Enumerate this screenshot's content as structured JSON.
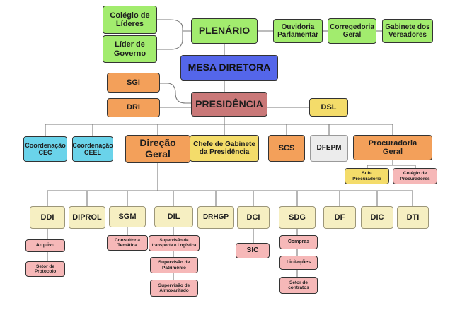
{
  "org_chart": {
    "plenario": "PLENÁRIO",
    "colegio_lideres": "Colégio de\nLíderes",
    "lider_governo": "Líder de\nGoverno",
    "ouvidoria": "Ouvidoria\nParlamentar",
    "corregedoria": "Corregedoria\nGeral",
    "gabinete_vereadores": "Gabinete dos\nVereadores",
    "mesa_diretora": "MESA DIRETORA",
    "sgi": "SGI",
    "dri": "DRI",
    "presidencia": "PRESIDÊNCIA",
    "dsl": "DSL",
    "cec": "Coordenação\nCEC",
    "ceel": "Coordenação\nCEEL",
    "direcao_geral": "Direção\nGeral",
    "chefe_gabinete": "Chefe de Gabinete\nda Presidência",
    "scs": "SCS",
    "dfepm": "DFEPM",
    "procuradoria": "Procuradoria\nGeral",
    "sub_procuradoria": "Sub-\nProcuradoria",
    "colegio_procuradores": "Colégio de\nProcuradores",
    "ddi": "DDI",
    "diprol": "DIPROL",
    "sgm": "SGM",
    "dil": "DIL",
    "drhgp": "DRHGP",
    "dci": "DCI",
    "sdg": "SDG",
    "df": "DF",
    "dic": "DIC",
    "dti": "DTI",
    "arquivo": "Arquivo",
    "setor_protocolo": "Setor de\nProtocolo",
    "consultoria_tematica": "Consultoria\nTemática",
    "sup_transporte": "Supervisão de\ntransporte e Logística",
    "sup_patrimonio": "Supervisão de\nPatrimônio",
    "sup_almoxarifado": "Supervisão de\nAlmoxarifado",
    "sic": "SIC",
    "compras": "Compras",
    "licitacoes": "Licitações",
    "setor_contratos": "Setor de\ncontratos"
  },
  "colors": {
    "top_level": "#a2ec6e",
    "mesa_diretora": "#5466ea",
    "presidencia": "#c97878",
    "orange_units": "#f3a05a",
    "yellow_units": "#f4dc6a",
    "coordenacoes": "#6ad3ea",
    "departments": "#f6efc2",
    "sub_units": "#f6b8b8",
    "dfepm": "#ececec"
  }
}
